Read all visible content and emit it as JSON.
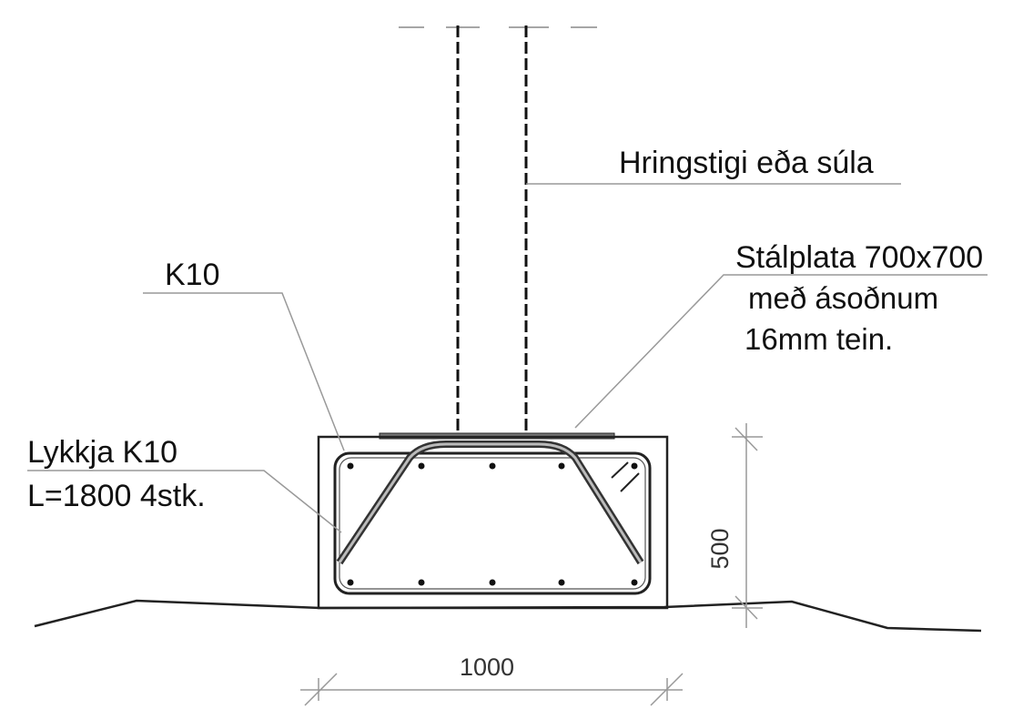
{
  "labels": {
    "column": "Hringstigi eða súla",
    "plate_line1": "Stálplata 700x700",
    "plate_line2": "með ásoðnum",
    "plate_line3": "16mm tein.",
    "stirrup": "K10",
    "loop_line1": "Lykkja K10",
    "loop_line2": "L=1800 4stk."
  },
  "dimensions": {
    "width": "1000",
    "height": "500"
  }
}
